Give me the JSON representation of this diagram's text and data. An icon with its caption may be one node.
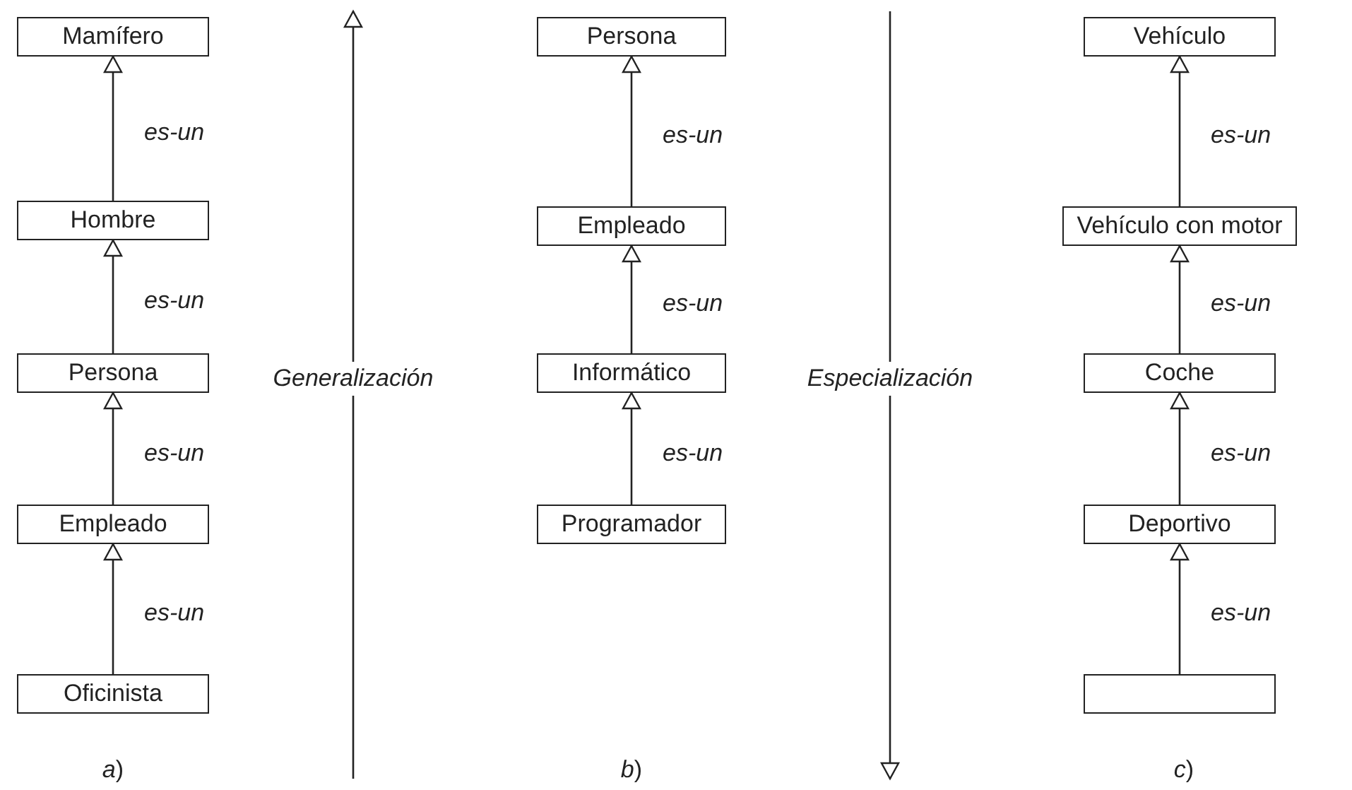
{
  "diagram": {
    "nodes": [
      {
        "text": [
          "Mamífero"
        ]
      },
      {
        "text": [
          "Hombre"
        ]
      },
      {
        "text": [
          "Persona"
        ]
      },
      {
        "text": [
          "Empleado"
        ]
      },
      {
        "text": [
          "Oficinista"
        ]
      },
      {
        "text": [
          "Persona"
        ]
      },
      {
        "text": [
          "Empleado"
        ]
      },
      {
        "text": [
          "Informático"
        ]
      },
      {
        "text": [
          "Programador"
        ]
      },
      {
        "text": [
          "Vehículo"
        ]
      },
      {
        "text": [
          "Vehículo con motor"
        ]
      },
      {
        "text": [
          "Coche"
        ]
      },
      {
        "text": [
          "Deportivo"
        ]
      },
      {
        "text": [],
        "shape": "box"
      }
    ],
    "edges": [
      {
        "from": 1,
        "to": 0,
        "arrow": "to",
        "label": "es-un"
      },
      {
        "from": 2,
        "to": 1,
        "arrow": "to",
        "label": "es-un"
      },
      {
        "from": 3,
        "to": 2,
        "arrow": "to",
        "label": "es-un"
      },
      {
        "from": 4,
        "to": 3,
        "arrow": "to",
        "label": "es-un"
      },
      {
        "from": 6,
        "to": 5,
        "arrow": "to",
        "label": "es-un"
      },
      {
        "from": 7,
        "to": 6,
        "arrow": "to",
        "label": "es-un"
      },
      {
        "from": 8,
        "to": 7,
        "arrow": "to",
        "label": "es-un"
      },
      {
        "from": 10,
        "to": 9,
        "arrow": "to",
        "label": "es-un"
      },
      {
        "from": 11,
        "to": 10,
        "arrow": "to",
        "label": "es-un"
      },
      {
        "from": 12,
        "to": 11,
        "arrow": "to",
        "label": "es-un"
      },
      {
        "from": 13,
        "to": 12,
        "arrow": "to",
        "label": "es-un"
      }
    ],
    "labels": [
      "Generalización",
      "Especialización",
      "*a*)",
      "*b*)",
      "*c*)"
    ]
  }
}
